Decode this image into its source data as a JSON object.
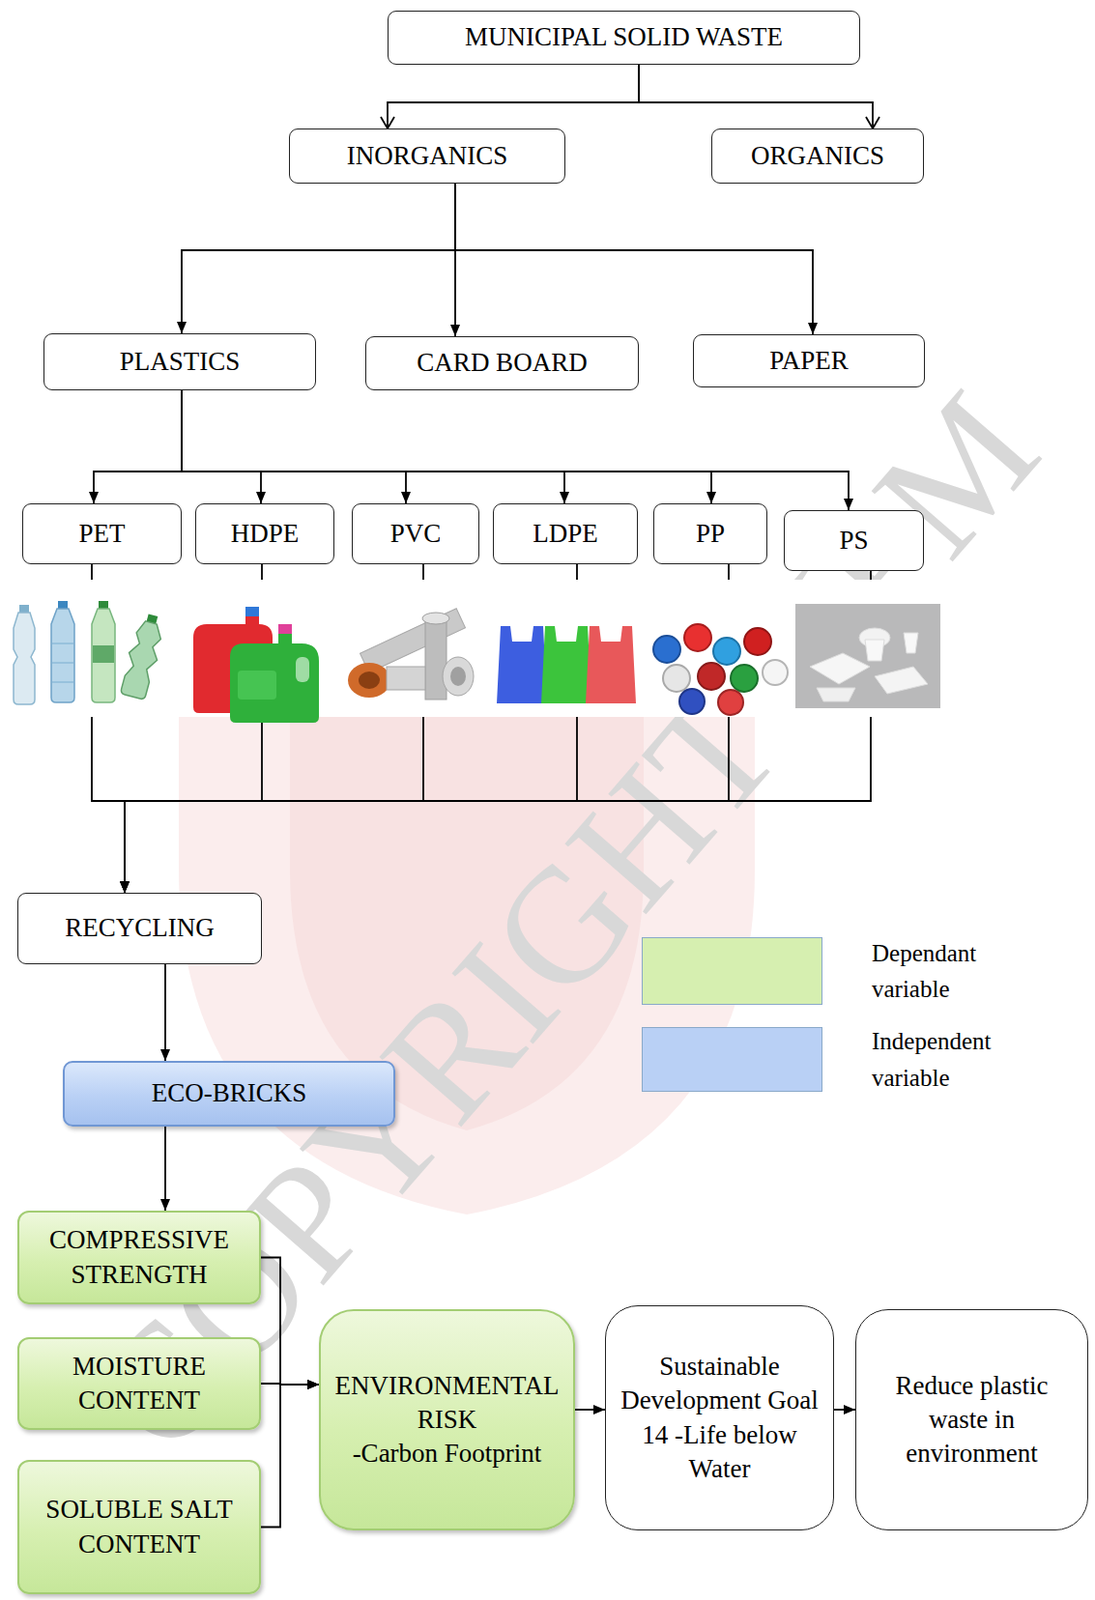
{
  "diagram": {
    "nodes": [
      {
        "text": [
          "MUNICIPAL SOLID WASTE"
        ]
      },
      {
        "text": [
          "INORGANICS"
        ]
      },
      {
        "text": [
          "ORGANICS"
        ]
      },
      {
        "text": [
          "PLASTICS"
        ]
      },
      {
        "text": [
          "CARD BOARD"
        ]
      },
      {
        "text": [
          "PAPER"
        ]
      },
      {
        "text": [
          "PET"
        ]
      },
      {
        "text": [
          "HDPE"
        ]
      },
      {
        "text": [
          "PVC"
        ]
      },
      {
        "text": [
          "LDPE"
        ]
      },
      {
        "text": [
          "PP"
        ]
      },
      {
        "text": [
          "PS"
        ]
      },
      {
        "text": [
          "RECYCLING"
        ]
      },
      {
        "text": [
          "ECO-BRICKS"
        ]
      },
      {
        "text": [
          "COMPRESSIVE STRENGTH"
        ]
      },
      {
        "text": [
          "MOISTURE CONTENT"
        ]
      },
      {
        "text": [
          "SOLUBLE SALT CONTENT"
        ]
      },
      {
        "text": [
          "ENVIRONMENTAL RISK",
          "-Carbon Footprint"
        ]
      },
      {
        "text": [
          "Sustainable Development Goal 14 -Life below Water"
        ]
      },
      {
        "text": [
          "Reduce plastic waste in environment"
        ]
      }
    ],
    "edges": [
      {
        "from": 0,
        "to": 1,
        "arrow": "to"
      },
      {
        "from": 0,
        "to": 2,
        "arrow": "to"
      },
      {
        "from": 1,
        "to": 3,
        "arrow": "to"
      },
      {
        "from": 1,
        "to": 4,
        "arrow": "to"
      },
      {
        "from": 1,
        "to": 5,
        "arrow": "to"
      },
      {
        "from": 3,
        "to": 6,
        "arrow": "to"
      },
      {
        "from": 3,
        "to": 7,
        "arrow": "to"
      },
      {
        "from": 3,
        "to": 8,
        "arrow": "to"
      },
      {
        "from": 3,
        "to": 9,
        "arrow": "to"
      },
      {
        "from": 3,
        "to": 10,
        "arrow": "to"
      },
      {
        "from": 3,
        "to": 11,
        "arrow": "to"
      },
      {
        "from": 6,
        "to": 12,
        "arrow": "to"
      },
      {
        "from": 7,
        "to": 12,
        "arrow": "to"
      },
      {
        "from": 8,
        "to": 12,
        "arrow": "to"
      },
      {
        "from": 9,
        "to": 12,
        "arrow": "to"
      },
      {
        "from": 10,
        "to": 12,
        "arrow": "to"
      },
      {
        "from": 11,
        "to": 12,
        "arrow": "to"
      },
      {
        "from": 12,
        "to": 13,
        "arrow": "to"
      },
      {
        "from": 13,
        "to": 14,
        "arrow": "to"
      },
      {
        "from": 14,
        "to": 17,
        "arrow": "to"
      },
      {
        "from": 15,
        "to": 17,
        "arrow": "to"
      },
      {
        "from": 16,
        "to": 17,
        "arrow": "to"
      },
      {
        "from": 17,
        "to": 18,
        "arrow": "to"
      },
      {
        "from": 18,
        "to": 19,
        "arrow": "to"
      }
    ],
    "labels": [
      "COPYRIGHT UPM"
    ],
    "legend": [
      {
        "text": "Dependant variable",
        "color": "#d6efb0"
      },
      {
        "text": "Independent variable",
        "color": "#b9d0f5"
      }
    ]
  }
}
